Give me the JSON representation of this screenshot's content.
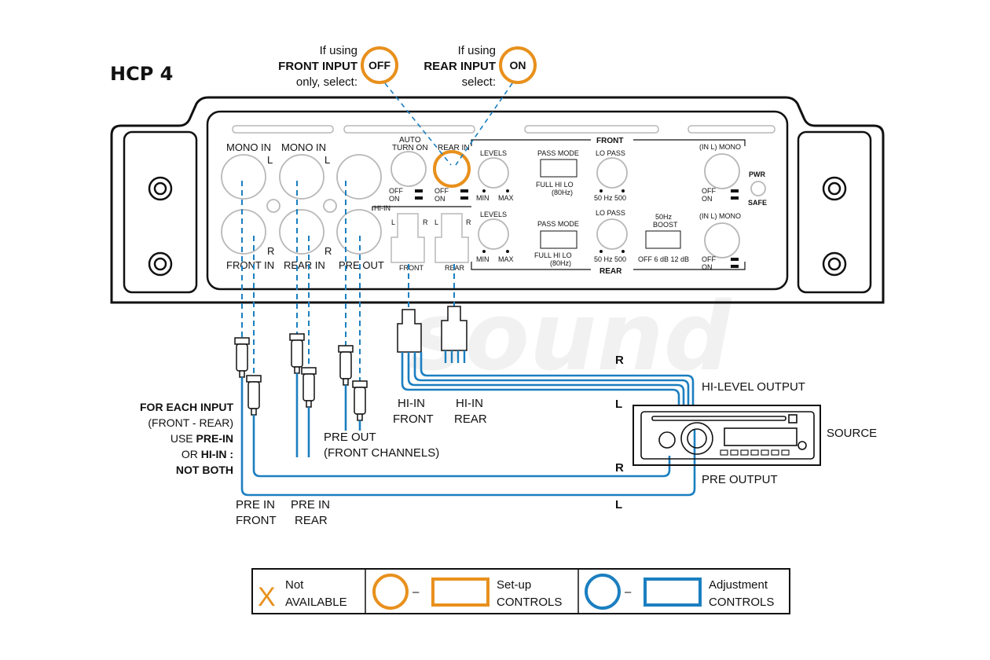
{
  "title": "HCP 4",
  "watermark": "sound",
  "callouts": {
    "front": {
      "line1": "If using",
      "line2": "FRONT INPUT",
      "line3": "only, select:",
      "switch": "OFF"
    },
    "rear": {
      "line1": "If using",
      "line2": "REAR INPUT",
      "line3": "select:",
      "switch": "ON"
    }
  },
  "panel": {
    "mono_in_1": "MONO IN",
    "mono_in_2": "MONO IN",
    "l": "L",
    "r": "R",
    "front_in": "FRONT IN",
    "rear_in": "REAR IN",
    "pre_out": "PRE OUT",
    "auto_turn_on_1": "AUTO",
    "auto_turn_on_2": "TURN ON",
    "rear_in_switch": "REAR IN",
    "off": "OFF",
    "on": "ON",
    "hi_in": "HI-IN",
    "hi_front": "FRONT",
    "hi_rear": "REAR",
    "front_header": "FRONT",
    "rear_header": "REAR",
    "levels": "LEVELS",
    "min": "MIN",
    "max": "MAX",
    "pass_mode": "PASS MODE",
    "full_hi_lo": "FULL  HI  LO",
    "hz80": "(80Hz)",
    "lo_pass": "LO PASS",
    "hz_scale": "50  Hz  500",
    "boost_1": "50Hz",
    "boost_2": "BOOST",
    "boost_scale": "OFF  6 dB 12 dB",
    "in_l_mono": "(IN L) MONO",
    "pwr": "PWR",
    "safe": "SAFE"
  },
  "wiring": {
    "for_each_1": "FOR EACH INPUT",
    "for_each_2": "(FRONT - REAR)",
    "for_each_3a": "USE ",
    "for_each_3b": "PRE-IN",
    "for_each_4a": "OR ",
    "for_each_4b": "HI-IN :",
    "for_each_5": "NOT BOTH",
    "pre_out_1": "PRE OUT",
    "pre_out_2": "(FRONT CHANNELS)",
    "pre_in_front_1": "PRE IN",
    "pre_in_front_2": "FRONT",
    "pre_in_rear_1": "PRE IN",
    "pre_in_rear_2": "REAR",
    "hi_in_front_1": "HI-IN",
    "hi_in_front_2": "FRONT",
    "hi_in_rear_1": "HI-IN",
    "hi_in_rear_2": "REAR",
    "r_upper": "R",
    "l_upper": "L",
    "r_lower": "R",
    "l_lower": "L",
    "hi_level_output": "HI-LEVEL OUTPUT",
    "source": "SOURCE",
    "pre_output": "PRE OUTPUT"
  },
  "legend": {
    "x_mark": "X",
    "not_1": "Not",
    "not_2": "AVAILABLE",
    "setup_1": "Set-up",
    "setup_2": "CONTROLS",
    "adj_1": "Adjustment",
    "adj_2": "CONTROLS",
    "dash": "–"
  },
  "colors": {
    "orange": "#e8901c",
    "blue": "#1b7fc0",
    "ink": "#111111",
    "grey": "#b8b8b8"
  }
}
